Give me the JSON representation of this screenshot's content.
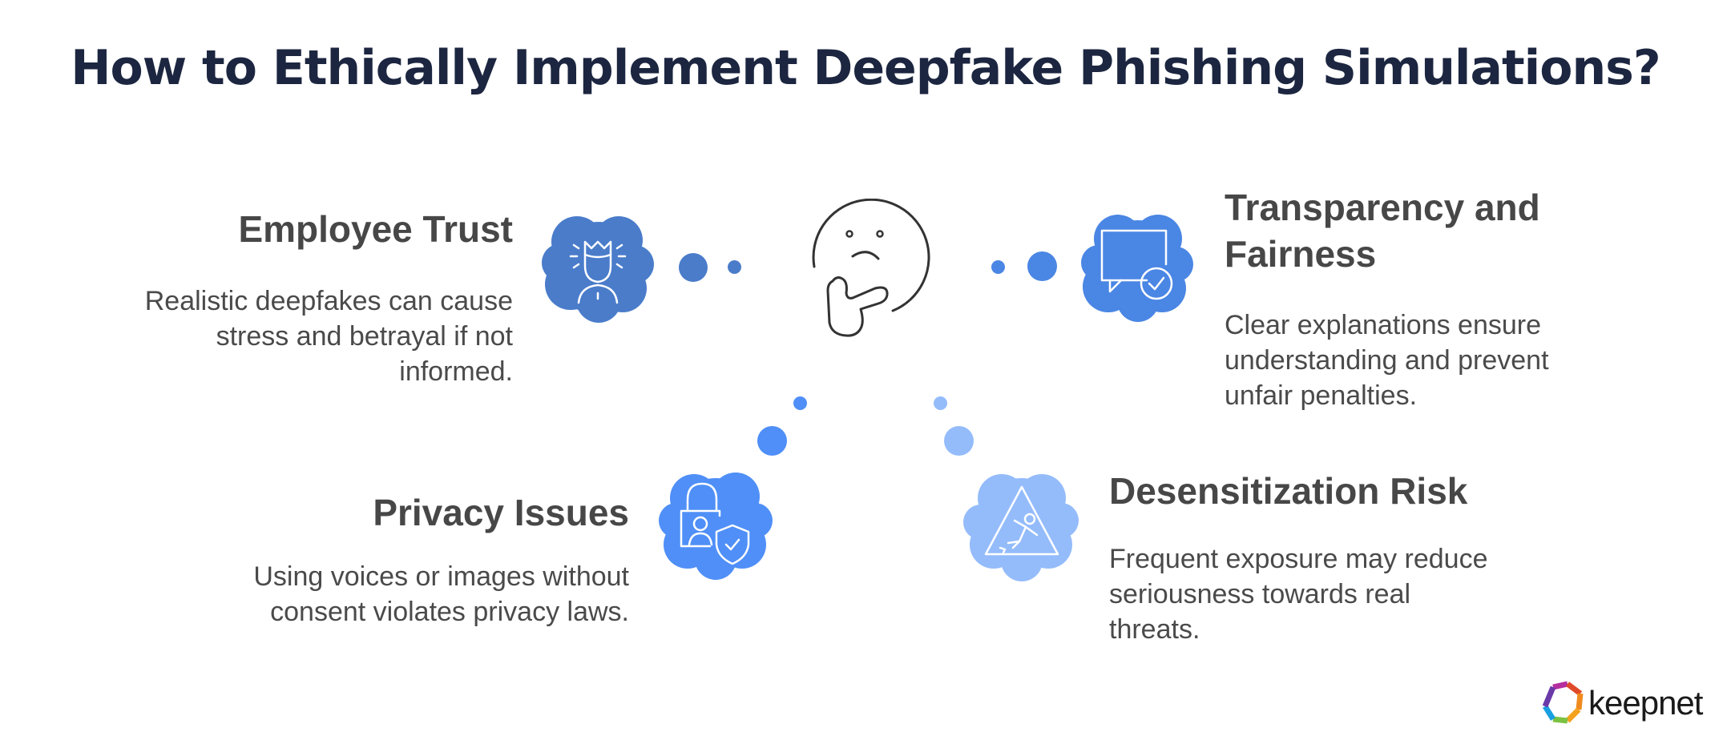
{
  "title": "How to Ethically Implement Deepfake Phishing Simulations?",
  "center_icon": "thinking-face-icon",
  "items": [
    {
      "id": "employee-trust",
      "heading": "Employee Trust",
      "description": "Realistic deepfakes can cause stress and betrayal if not informed.",
      "desc_lines": [
        "Realistic deepfakes can cause",
        "stress and betrayal if not",
        "informed."
      ],
      "icon": "stressed-person-icon",
      "color": "#4a7cca"
    },
    {
      "id": "transparency-fairness",
      "heading": "Transparency and Fairness",
      "heading_lines": [
        "Transparency and",
        "Fairness"
      ],
      "description": "Clear explanations ensure understanding and prevent unfair penalties.",
      "desc_lines": [
        "Clear explanations ensure",
        "understanding and prevent",
        "unfair penalties."
      ],
      "icon": "chat-check-icon",
      "color": "#4a86e4"
    },
    {
      "id": "privacy-issues",
      "heading": "Privacy Issues",
      "description": "Using voices or images without consent violates privacy laws.",
      "desc_lines": [
        "Using voices or images without",
        "consent violates privacy laws."
      ],
      "icon": "lock-user-shield-icon",
      "color": "#4f8ff7"
    },
    {
      "id": "desensitization-risk",
      "heading": "Desensitization Risk",
      "description": "Frequent exposure may reduce seriousness towards real threats.",
      "desc_lines": [
        "Frequent exposure may reduce",
        "seriousness towards real",
        "threats."
      ],
      "icon": "slip-warning-icon",
      "color": "#94bcfb"
    }
  ],
  "brand": {
    "name": "keepnet",
    "icon": "keepnet-logo-icon"
  }
}
